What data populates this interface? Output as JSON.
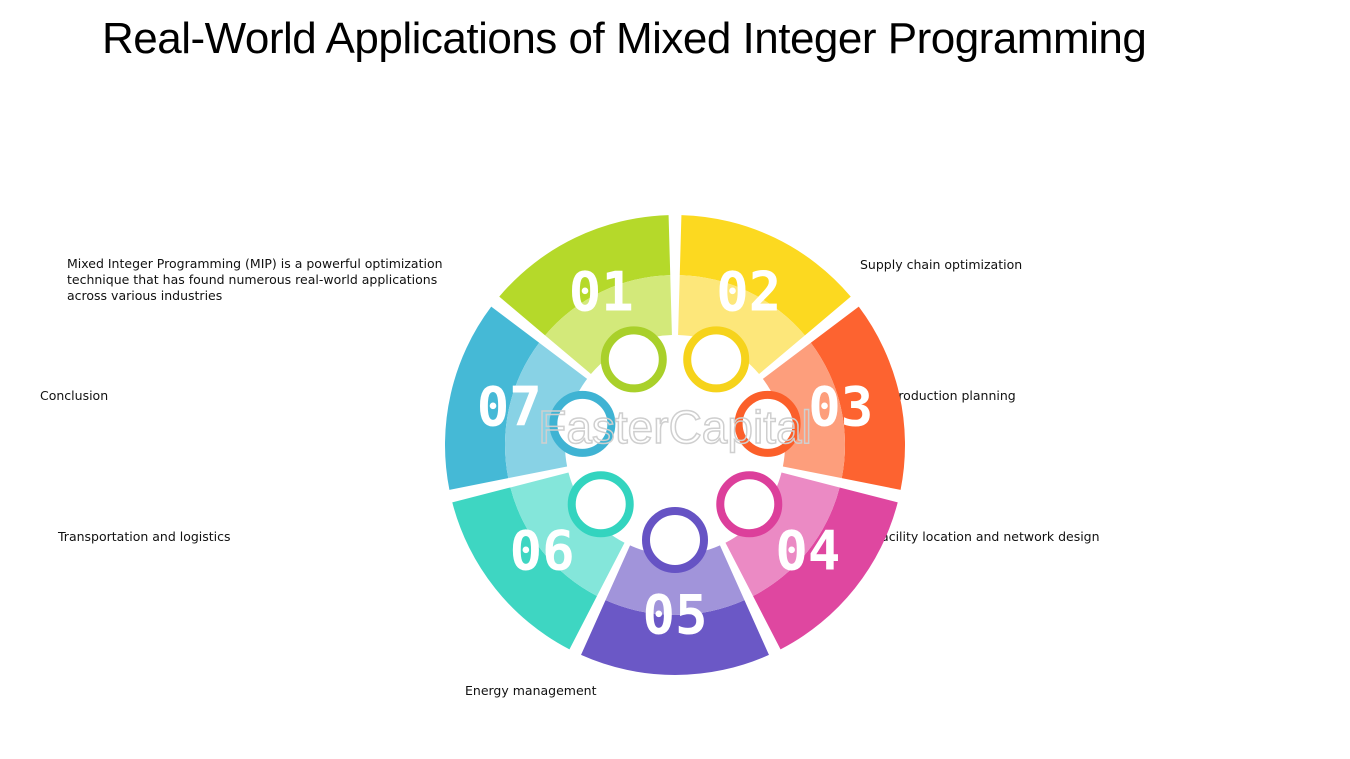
{
  "title": "Real-World Applications of Mixed Integer Programming",
  "intro": "Mixed Integer Programming (MIP) is a powerful optimization technique that has found numerous real-world applications across various industries",
  "labels": {
    "supply_chain": "Supply chain optimization",
    "production": "Production planning",
    "facility": "Facility location and network design",
    "energy": "Energy management",
    "transportation": "Transportation and logistics",
    "conclusion": "Conclusion"
  },
  "wheel": {
    "segments": [
      {
        "number": "01",
        "color": "#b5d92a",
        "light": "#d3e97a",
        "ring": "#a9d02a"
      },
      {
        "number": "02",
        "color": "#fcd920",
        "light": "#fde77a",
        "ring": "#f6d31b"
      },
      {
        "number": "03",
        "color": "#fd6330",
        "light": "#fd9e7c",
        "ring": "#fb5f2a"
      },
      {
        "number": "04",
        "color": "#df47a0",
        "light": "#eb8ac4",
        "ring": "#dc3f9b"
      },
      {
        "number": "05",
        "color": "#6b58c6",
        "light": "#a194da",
        "ring": "#6653c4"
      },
      {
        "number": "06",
        "color": "#3ed6c2",
        "light": "#84e6da",
        "ring": "#33d4bf"
      },
      {
        "number": "07",
        "color": "#45b9d6",
        "light": "#88d2e5",
        "ring": "#3fb3d3"
      }
    ],
    "watermark": "FasterCapital"
  }
}
